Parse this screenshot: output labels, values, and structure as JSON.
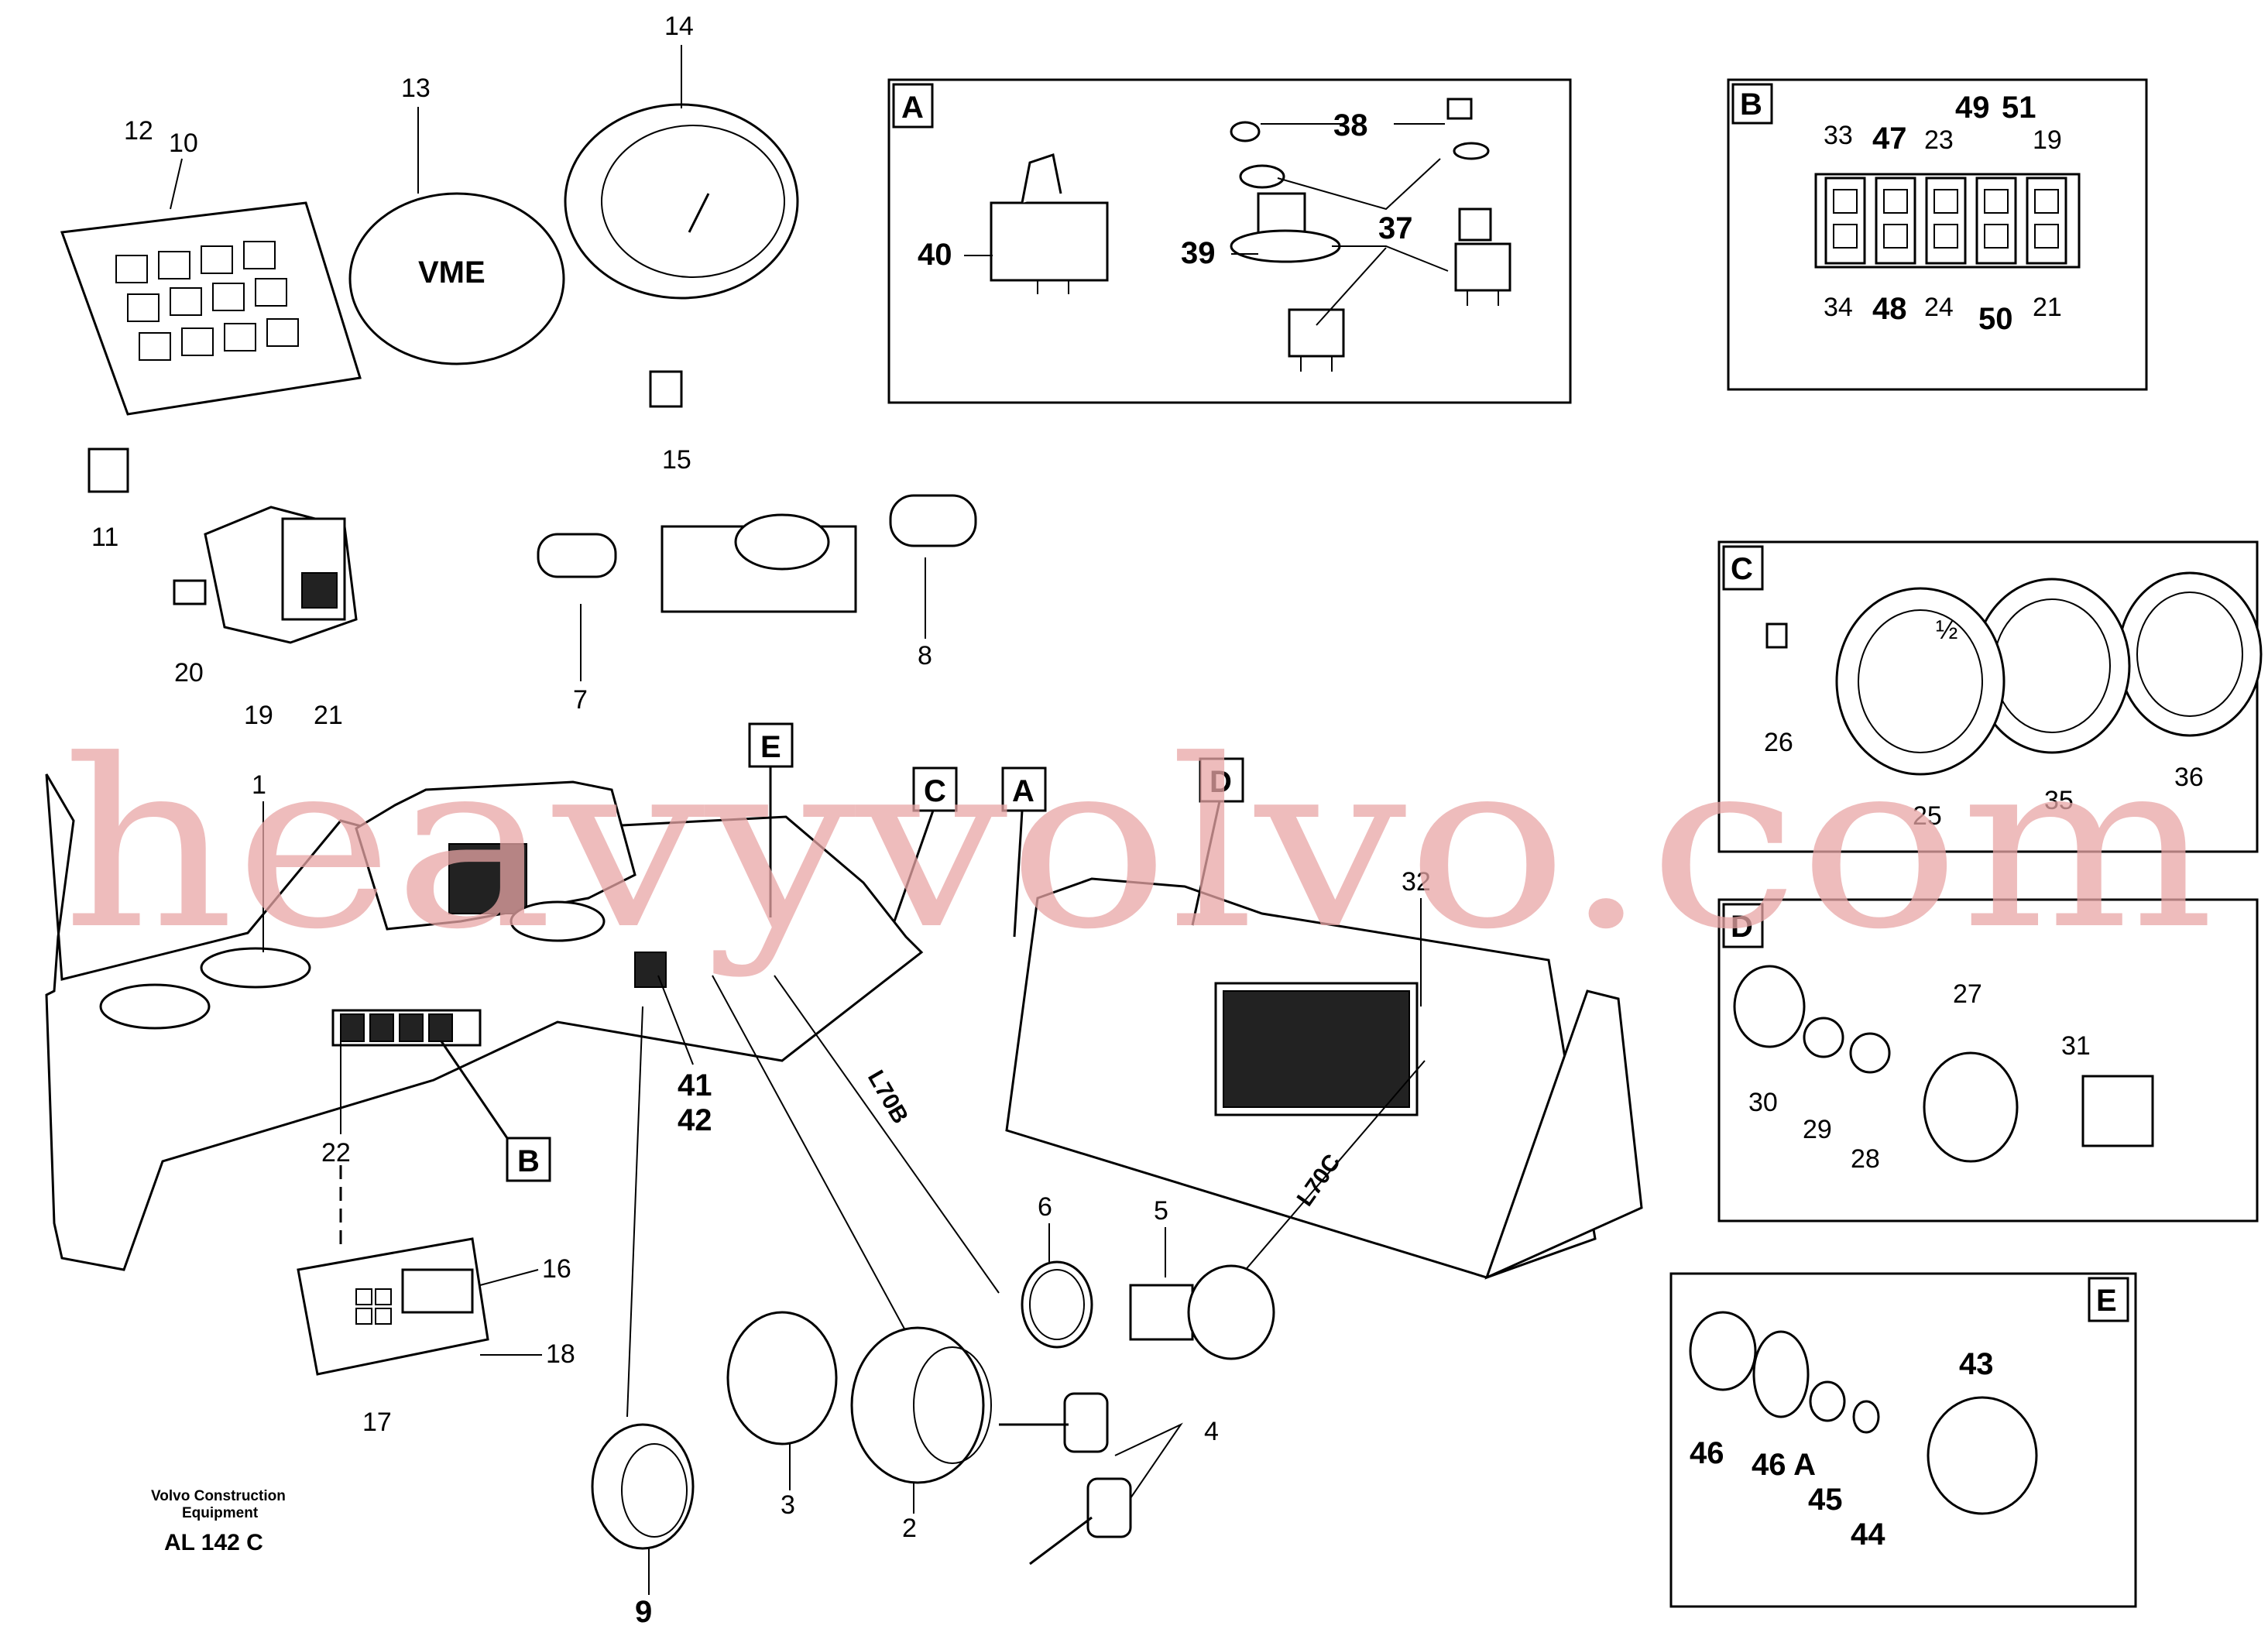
{
  "watermark": "heavyvolvo.com",
  "footer": {
    "company_line1": "Volvo Construction",
    "company_line2": "Equipment",
    "drawing_ref": "AL 142 C"
  },
  "cable_refs": {
    "l70b": "L70B",
    "l70c": "L70C"
  },
  "detail_boxes": {
    "a": "A",
    "b": "B",
    "c": "C",
    "d": "D",
    "e": "E"
  },
  "callouts_main": {
    "c1": "1",
    "c2": "2",
    "c3": "3",
    "c4": "4",
    "c5": "5",
    "c6": "6",
    "c7": "7",
    "c8": "8",
    "c9": "9",
    "c10": "10",
    "c11": "11",
    "c12": "12",
    "c13": "13",
    "c14": "14",
    "c15": "15",
    "c16": "16",
    "c17": "17",
    "c18": "18",
    "c19": "19",
    "c20": "20",
    "c21": "21",
    "c22": "22",
    "c32": "32",
    "c41": "41",
    "c42": "42"
  },
  "callouts_a": {
    "c37": "37",
    "c38": "38",
    "c39": "39",
    "c40": "40"
  },
  "callouts_b": {
    "c33": "33",
    "c47": "47",
    "c23": "23",
    "c49": "49",
    "c51": "51",
    "c19": "19",
    "c34": "34",
    "c48": "48",
    "c24": "24",
    "c50": "50",
    "c21": "21"
  },
  "callouts_c": {
    "c26": "26",
    "c25": "25",
    "c35": "35",
    "c36": "36",
    "half": "½"
  },
  "callouts_d": {
    "c27": "27",
    "c28": "28",
    "c29": "29",
    "c30": "30",
    "c31": "31"
  },
  "callouts_e": {
    "c43": "43",
    "c44": "44",
    "c45": "45",
    "c46": "46",
    "c46a": "46 A"
  },
  "gauge_brand": "VME"
}
